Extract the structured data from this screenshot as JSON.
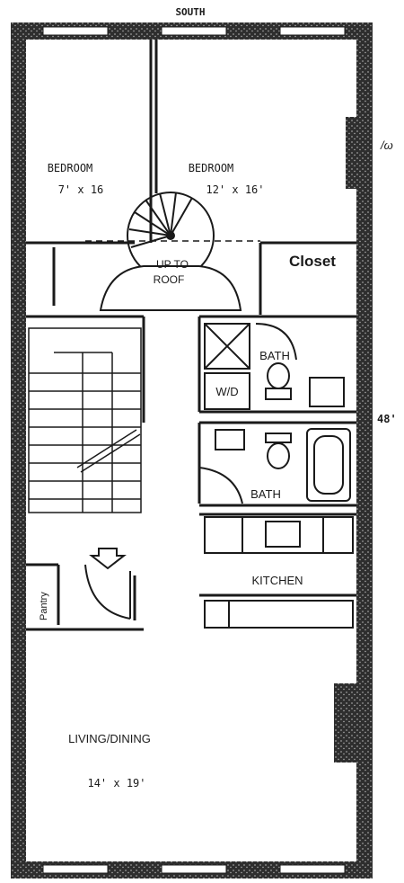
{
  "compass": {
    "south": "SOUTH"
  },
  "dimensions": {
    "side_note": "/ω",
    "length": "48'"
  },
  "rooms": {
    "bedroom_left": {
      "name": "BEDROOM",
      "size": "7' x 16"
    },
    "bedroom_right": {
      "name": "BEDROOM",
      "size": "12' x 16'"
    },
    "stair_note_line1": "UP TO",
    "stair_note_line2": "ROOF",
    "closet": "Closet",
    "bath_upper": "BATH",
    "washer_dryer": "W/D",
    "bath_lower": "BATH",
    "pantry": "Pantry",
    "kitchen": "KITCHEN",
    "living_dining": {
      "name": "LIVING/DINING",
      "size": "14' x 19'"
    }
  },
  "colors": {
    "ink": "#1a1a1a",
    "wall_fill": "#3a3a3a",
    "paper": "#ffffff"
  }
}
